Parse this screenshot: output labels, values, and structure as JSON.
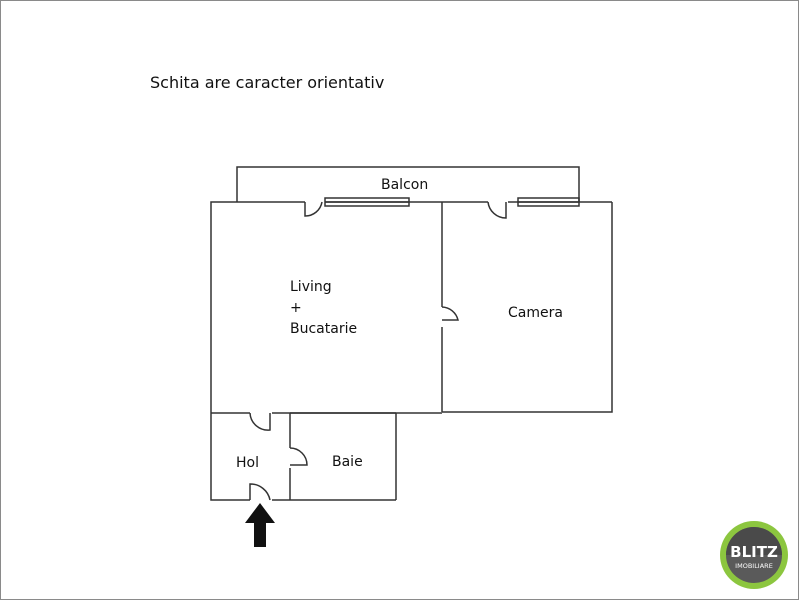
{
  "caption": "Schita are caracter orientativ",
  "rooms": {
    "balcon": "Balcon",
    "living_line1": "Living",
    "living_line2": "+",
    "living_line3": "Bucatarie",
    "camera": "Camera",
    "hol": "Hol",
    "baie": "Baie"
  },
  "logo": {
    "name": "BLITZ",
    "subtitle": "IMOBILIARE",
    "ring_color": "#8cc63f"
  },
  "colors": {
    "wall": "#333333",
    "arrow": "#111111"
  }
}
